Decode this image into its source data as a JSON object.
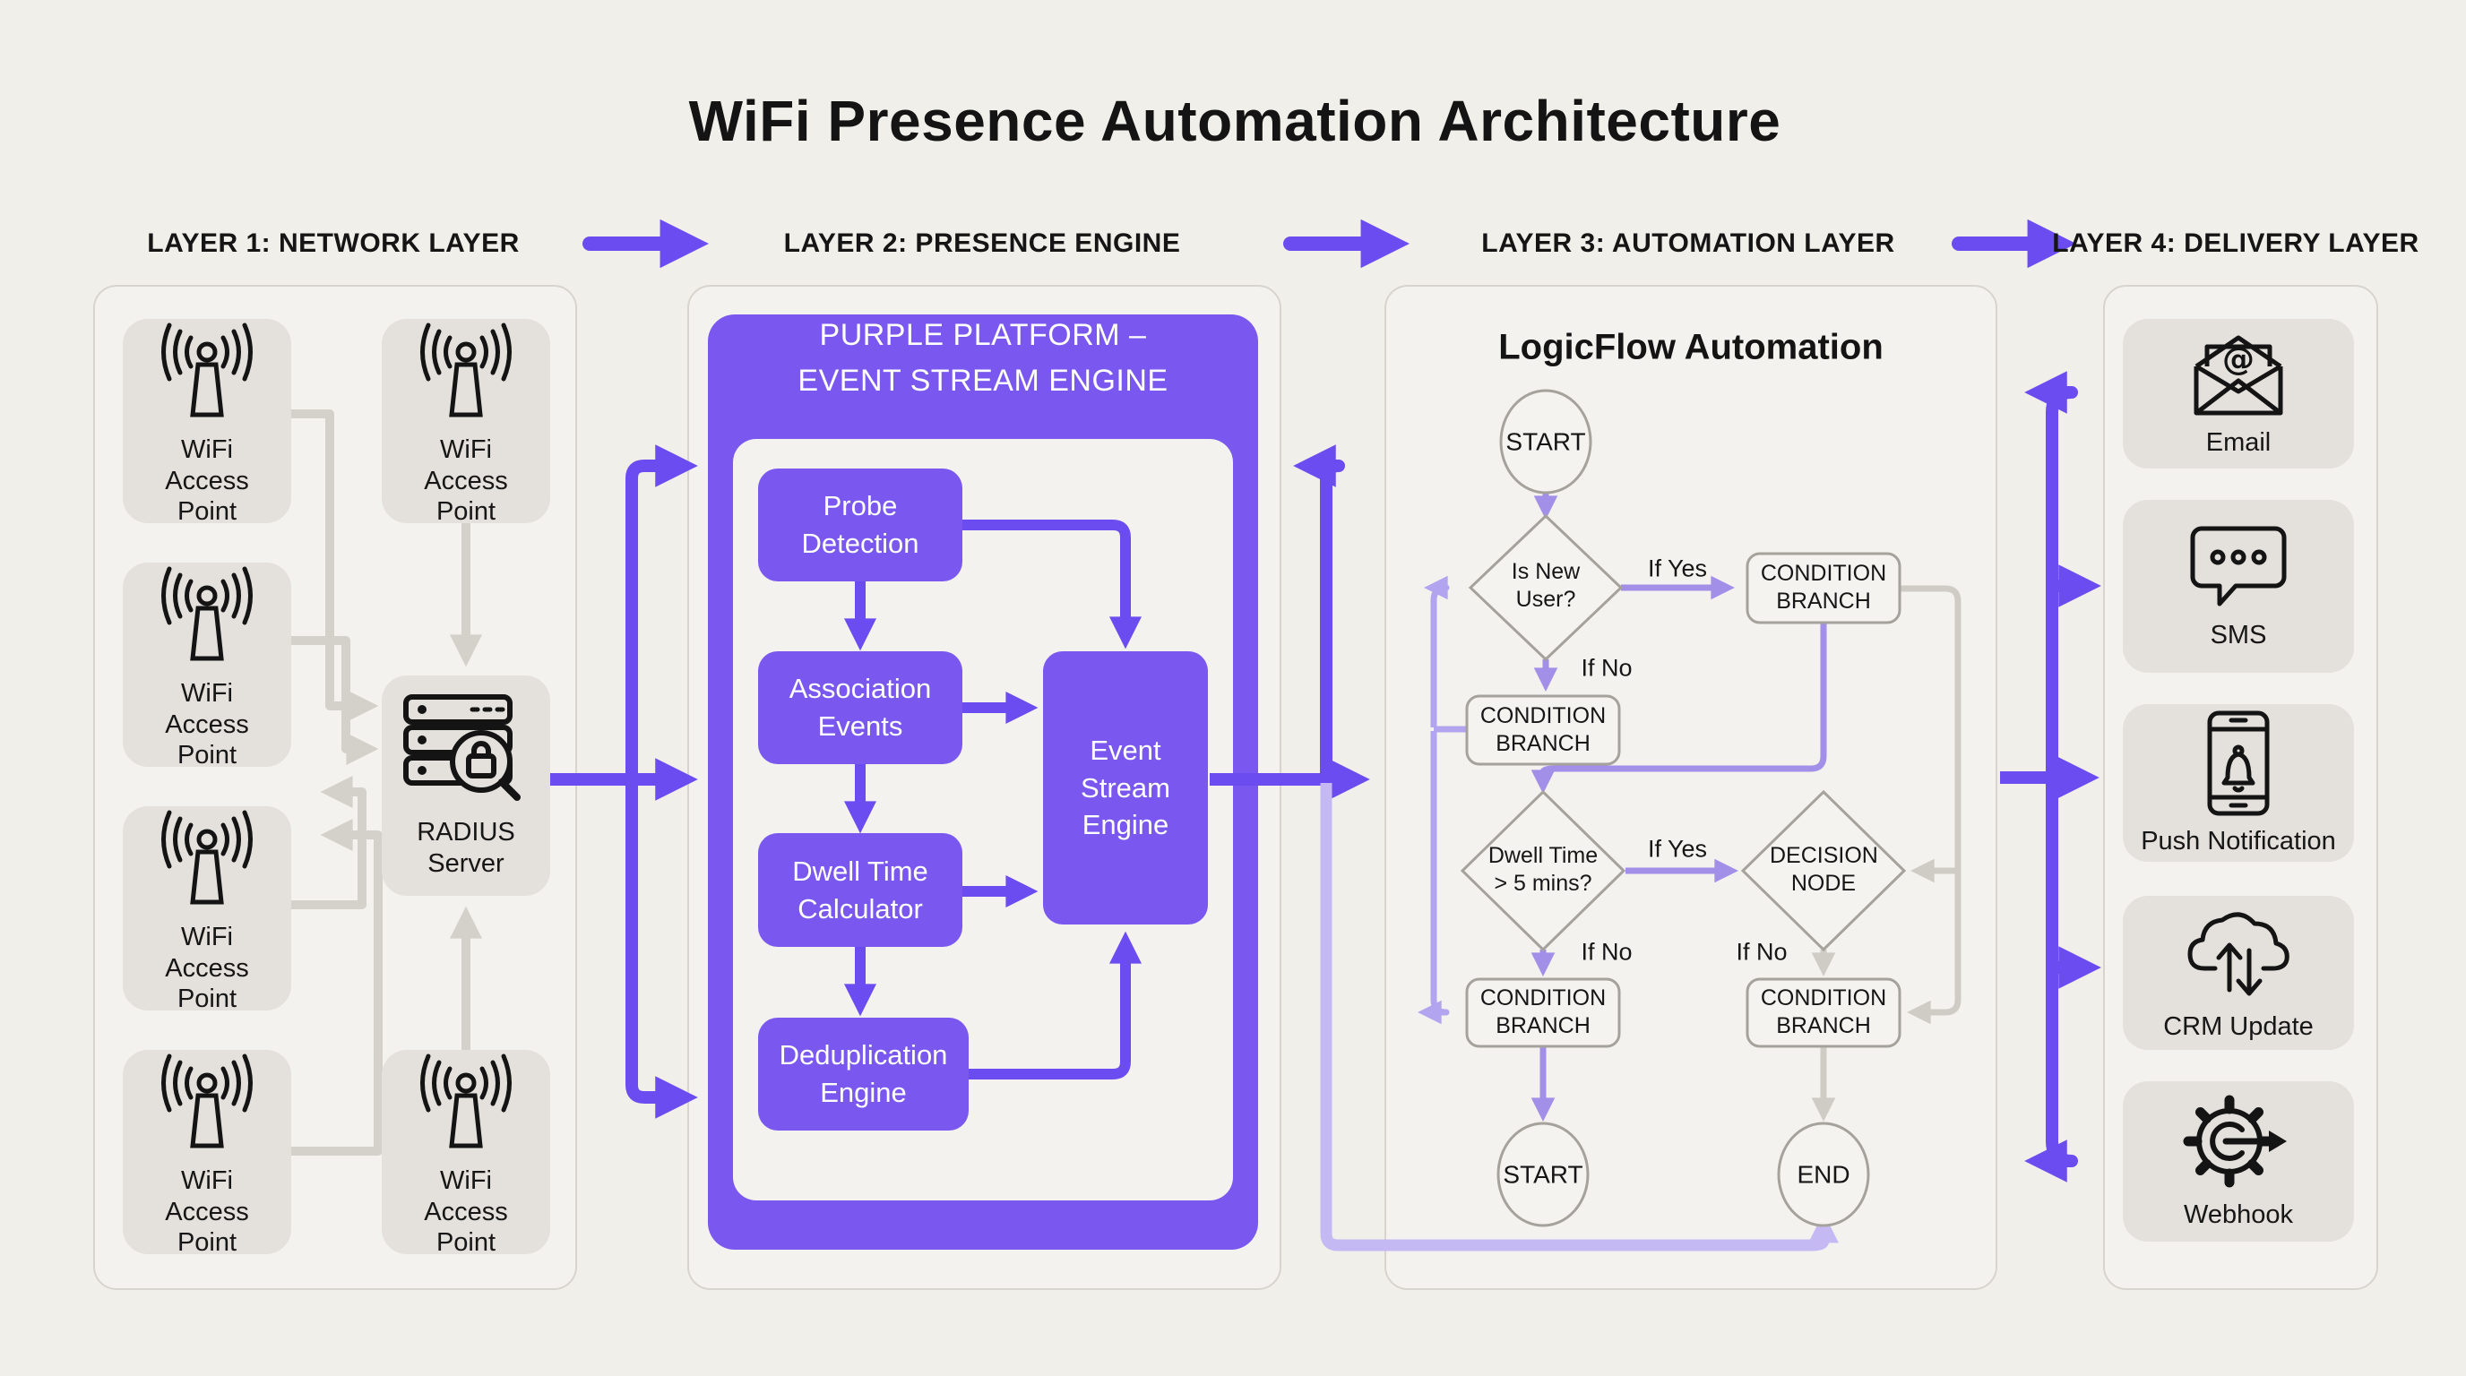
{
  "page": {
    "title": "WiFi Presence Automation Architecture"
  },
  "layer_labels": [
    "LAYER 1: NETWORK LAYER",
    "LAYER 2: PRESENCE ENGINE",
    "LAYER 3: AUTOMATION LAYER",
    "LAYER 4: DELIVERY LAYER"
  ],
  "network": {
    "access_point_label": "WiFi Access Point",
    "radius_label": "RADIUS Server"
  },
  "presence": {
    "header_line1": "PURPLE PLATFORM –",
    "header_line2": "EVENT STREAM ENGINE",
    "nodes": {
      "probe": "Probe Detection",
      "association": "Association Events",
      "dwell": "Dwell Time Calculator",
      "dedup": "Deduplication Engine",
      "stream": "Event Stream Engine"
    }
  },
  "automation": {
    "title": "LogicFlow Automation",
    "start": "START",
    "end": "END",
    "is_new_user": "Is New User?",
    "dwell_question": "Dwell Time > 5 mins?",
    "condition_branch": "CONDITION BRANCH",
    "decision_node": "DECISION NODE",
    "if_yes": "If Yes",
    "if_no": "If No"
  },
  "delivery": {
    "channels": [
      "Email",
      "SMS",
      "Push Notification",
      "CRM Update",
      "Webhook"
    ],
    "email_at_glyph": "@"
  },
  "icons": [
    "wifi-antenna-icon",
    "radius-server-icon",
    "email-icon",
    "sms-icon",
    "push-notification-icon",
    "crm-cloud-icon",
    "webhook-gear-icon"
  ],
  "colors": {
    "background": "#f1efe9",
    "panel_fill": "#f3f2ee",
    "panel_border": "#d7d4ce",
    "gray_box": "#e4e1dc",
    "purple_platform": "#7a58f0",
    "purple_arrow_dark": "#6a4cf0",
    "purple_arrow_medium": "#a18fe8",
    "purple_loop": "#b3a4ef",
    "purple_rail_light": "#c5b9f4",
    "gray_connector": "#d4d1cb",
    "node_border": "#a5a29c",
    "text": "#141414"
  }
}
